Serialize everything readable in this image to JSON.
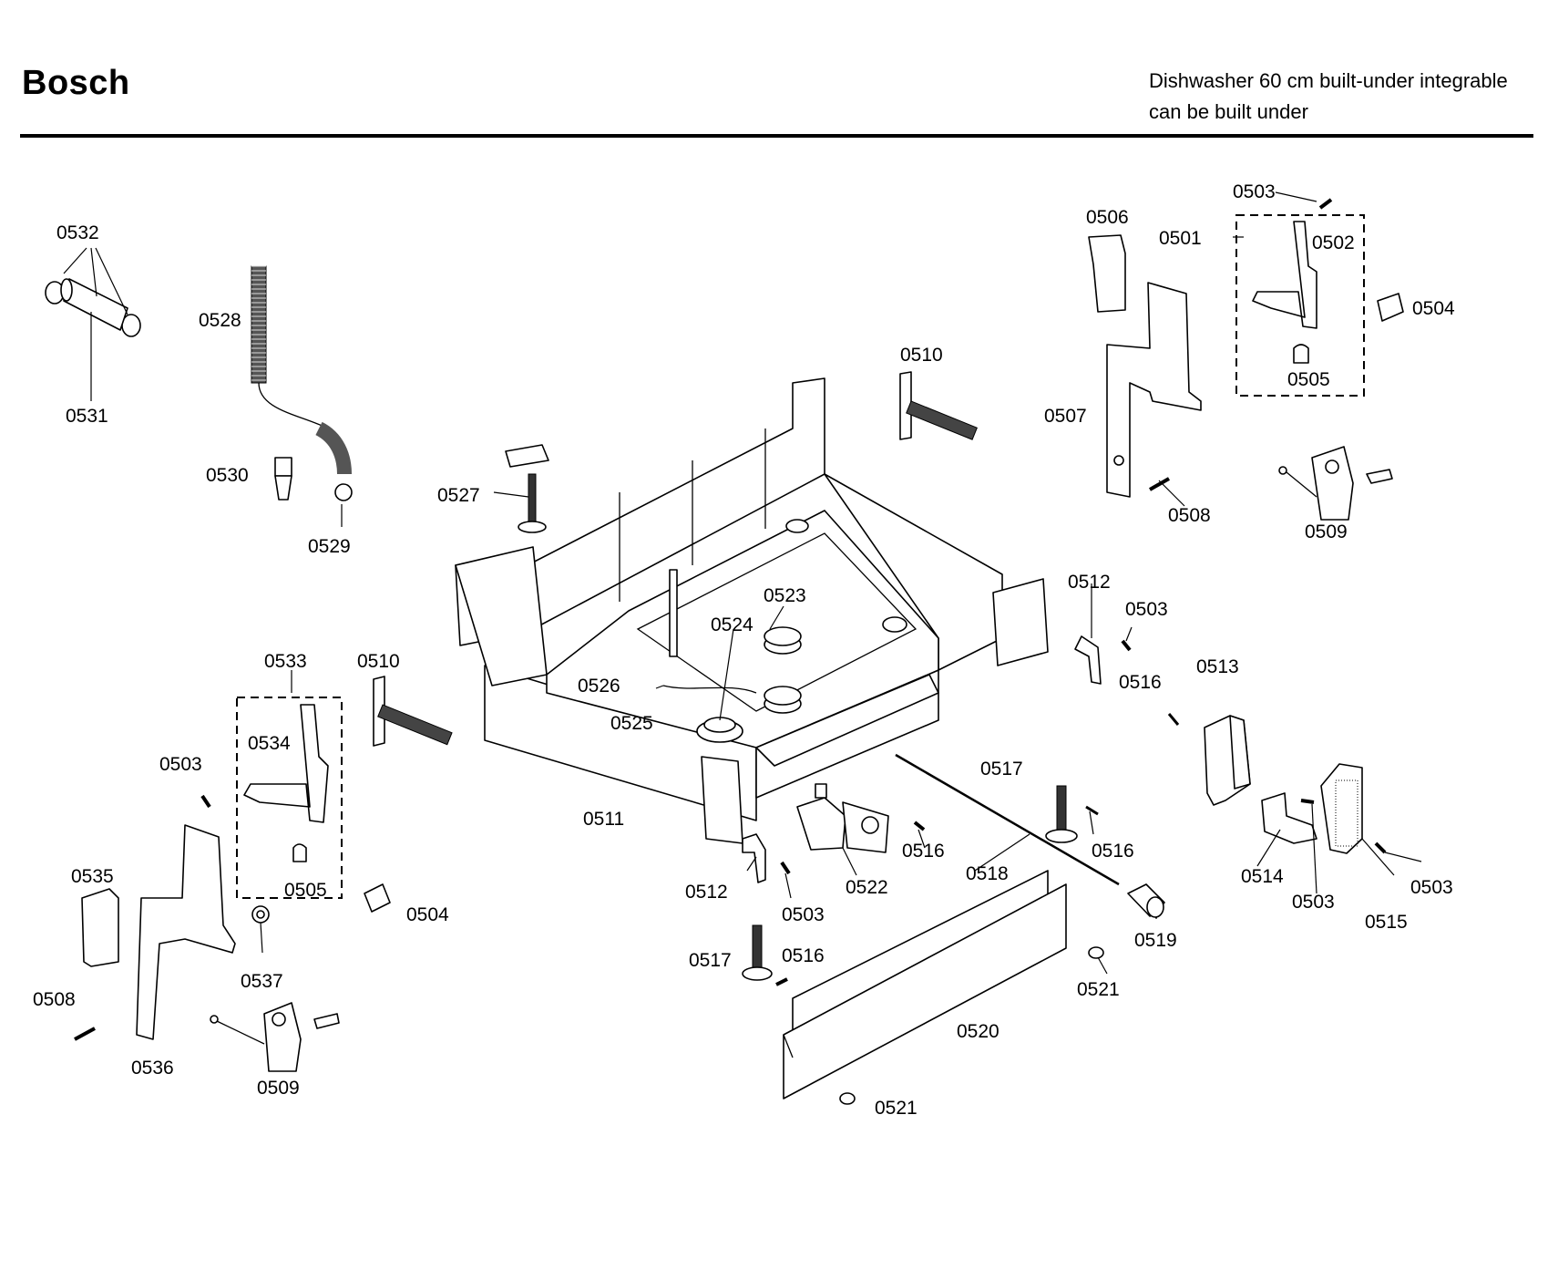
{
  "header": {
    "brand": "Bosch",
    "title_line1": "Dishwasher 60 cm built-under integrable",
    "title_line2": "can be built under"
  },
  "diagram": {
    "type": "exploded parts diagram",
    "callouts": [
      {
        "id": "c0532",
        "label": "0532"
      },
      {
        "id": "c0531",
        "label": "0531"
      },
      {
        "id": "c0528",
        "label": "0528"
      },
      {
        "id": "c0530",
        "label": "0530"
      },
      {
        "id": "c0529",
        "label": "0529"
      },
      {
        "id": "c0527",
        "label": "0527"
      },
      {
        "id": "c0510a",
        "label": "0510"
      },
      {
        "id": "c0506",
        "label": "0506"
      },
      {
        "id": "c0501",
        "label": "0501"
      },
      {
        "id": "c0503a",
        "label": "0503"
      },
      {
        "id": "c0502a",
        "label": "0502"
      },
      {
        "id": "c0504a",
        "label": "0504"
      },
      {
        "id": "c0505a",
        "label": "0505"
      },
      {
        "id": "c0507",
        "label": "0507"
      },
      {
        "id": "c0508a",
        "label": "0508"
      },
      {
        "id": "c0509a",
        "label": "0509"
      },
      {
        "id": "c0523",
        "label": "0523"
      },
      {
        "id": "c0524",
        "label": "0524"
      },
      {
        "id": "c0526",
        "label": "0526"
      },
      {
        "id": "c0525",
        "label": "0525"
      },
      {
        "id": "c0511",
        "label": "0511"
      },
      {
        "id": "c0512a",
        "label": "0512"
      },
      {
        "id": "c0503b",
        "label": "0503"
      },
      {
        "id": "c0516a",
        "label": "0516"
      },
      {
        "id": "c0513",
        "label": "0513"
      },
      {
        "id": "c0533",
        "label": "0533"
      },
      {
        "id": "c0510b",
        "label": "0510"
      },
      {
        "id": "c0534",
        "label": "0534"
      },
      {
        "id": "c0503c",
        "label": "0503"
      },
      {
        "id": "c0505b",
        "label": "0505"
      },
      {
        "id": "c0504b",
        "label": "0504"
      },
      {
        "id": "c0535",
        "label": "0535"
      },
      {
        "id": "c0537",
        "label": "0537"
      },
      {
        "id": "c0508b",
        "label": "0508"
      },
      {
        "id": "c0536",
        "label": "0536"
      },
      {
        "id": "c0509b",
        "label": "0509"
      },
      {
        "id": "c0517a",
        "label": "0517"
      },
      {
        "id": "c0516b",
        "label": "0516"
      },
      {
        "id": "c0516c",
        "label": "0516"
      },
      {
        "id": "c0518",
        "label": "0518"
      },
      {
        "id": "c0512b",
        "label": "0512"
      },
      {
        "id": "c0503d",
        "label": "0503"
      },
      {
        "id": "c0522",
        "label": "0522"
      },
      {
        "id": "c0514",
        "label": "0514"
      },
      {
        "id": "c0503e",
        "label": "0503"
      },
      {
        "id": "c0515",
        "label": "0515"
      },
      {
        "id": "c0503f",
        "label": "0503"
      },
      {
        "id": "c0519",
        "label": "0519"
      },
      {
        "id": "c0517b",
        "label": "0517"
      },
      {
        "id": "c0516d",
        "label": "0516"
      },
      {
        "id": "c0521a",
        "label": "0521"
      },
      {
        "id": "c0520",
        "label": "0520"
      },
      {
        "id": "c0521b",
        "label": "0521"
      }
    ]
  }
}
